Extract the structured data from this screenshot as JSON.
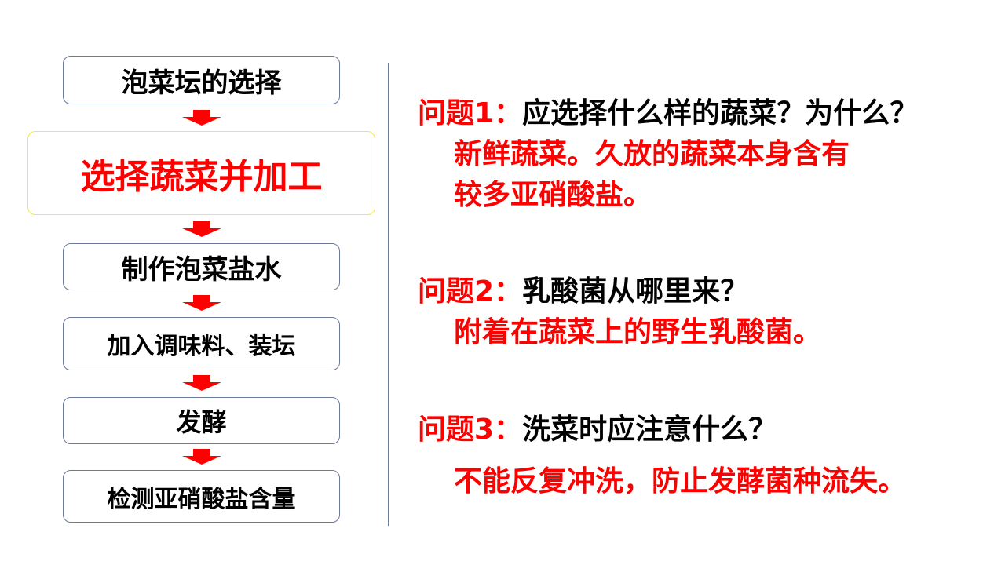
{
  "flow": {
    "steps": [
      {
        "label": "泡菜坛的选择"
      },
      {
        "label": "选择蔬菜并加工"
      },
      {
        "label": "制作泡菜盐水"
      },
      {
        "label": "加入调味料、装坛"
      },
      {
        "label": "发酵"
      },
      {
        "label": "检测亚硝酸盐含量"
      }
    ]
  },
  "questions": [
    {
      "label": "问题1：",
      "text": "应选择什么样的蔬菜？为什么？",
      "answer_lines": [
        "新鲜蔬菜。久放的蔬菜本身含有",
        "较多亚硝酸盐。"
      ]
    },
    {
      "label": "问题2：",
      "text": "乳酸菌从哪里来？",
      "answer_lines": [
        "附着在蔬菜上的野生乳酸菌。"
      ]
    },
    {
      "label": "问题3：",
      "text": "洗菜时应注意什么？",
      "answer_lines": [
        "不能反复冲洗，防止发酵菌种流失。"
      ]
    }
  ],
  "colors": {
    "accent": "#ff0000",
    "border": "#6b7a99",
    "highlight_border": "#f2e84a"
  }
}
